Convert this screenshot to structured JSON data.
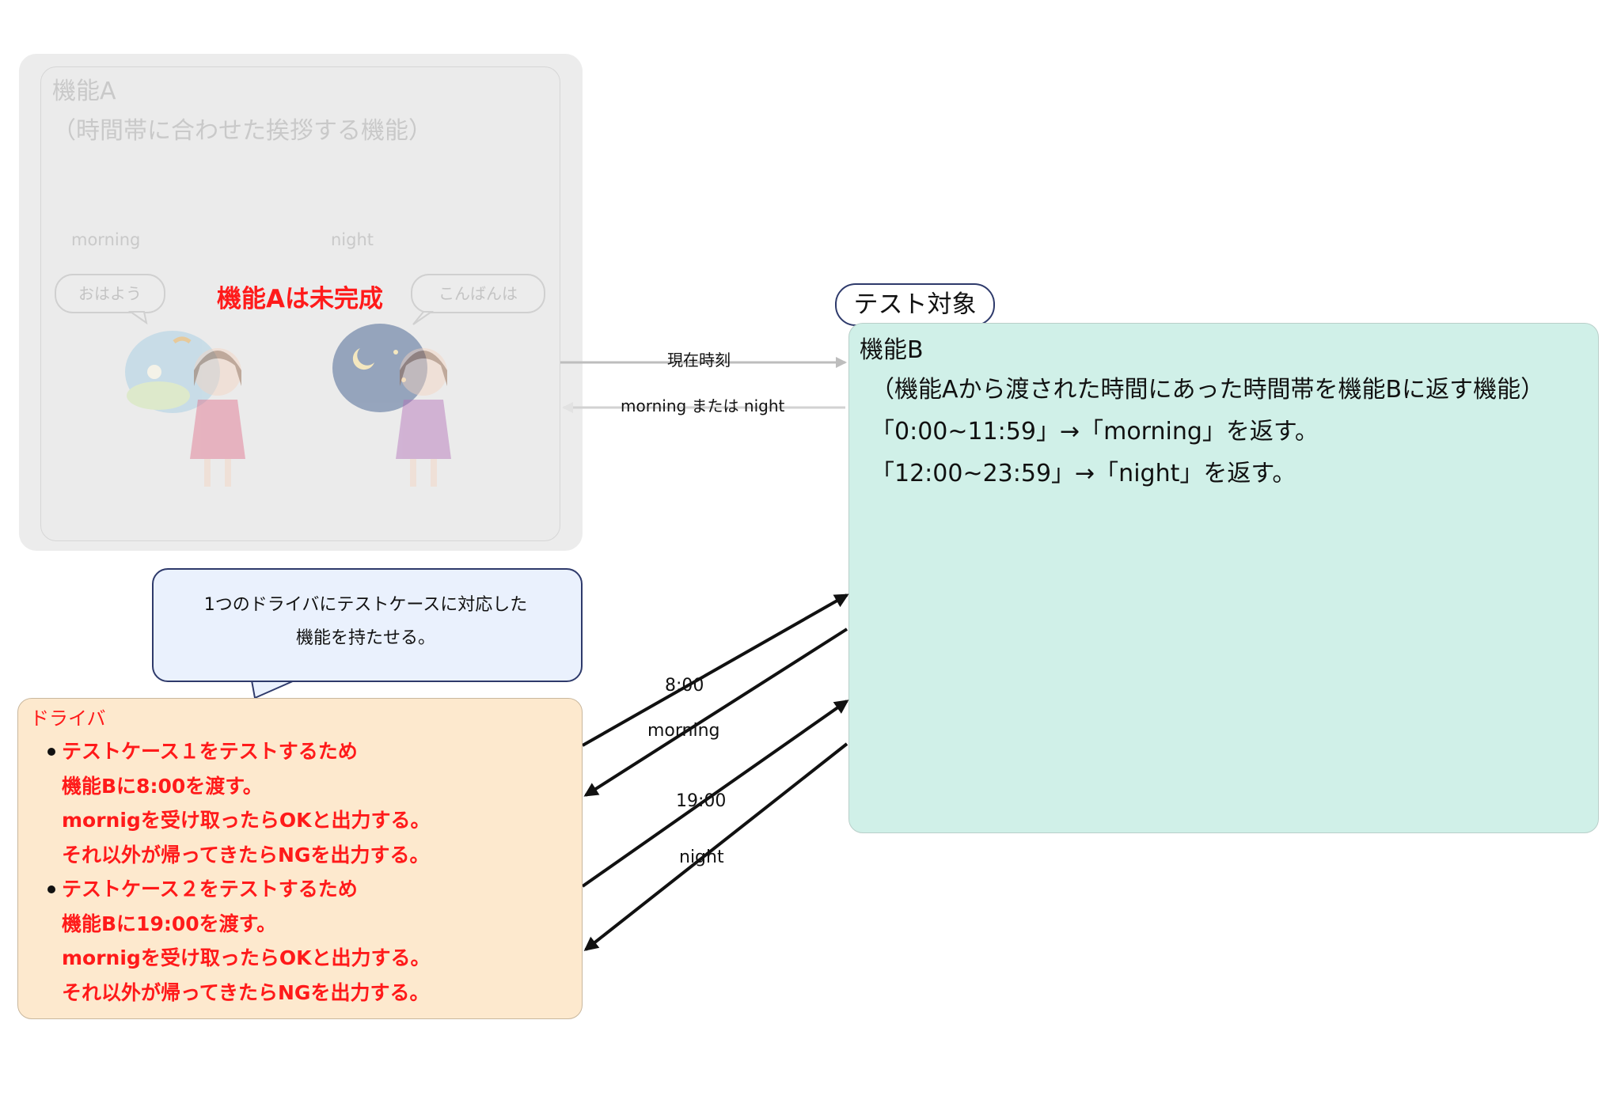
{
  "feature_a": {
    "title": "機能A",
    "description": "（時間帯に合わせた挨拶する機能）",
    "morning_label": "morning",
    "night_label": "night",
    "greeting_morning": "おはよう",
    "greeting_night": "こんばんは",
    "status": "機能Aは未完成"
  },
  "target_tag": "テスト対象",
  "feature_b": {
    "title": "機能B",
    "lines": [
      "（機能Aから渡された時間にあった時間帯を機能Bに返す機能）",
      "「0:00~11:59」→「morning」を返す。",
      "「12:00~23:59」→「night」を返す。"
    ]
  },
  "arrows": {
    "current_time": "現在時刻",
    "morning_or_night": "morning または night",
    "t_8": "8:00",
    "r_morning": "morning",
    "t_19": "19:00",
    "r_night": "night"
  },
  "callout": {
    "line1": "1つのドライバにテストケースに対応した",
    "line2": "機能を持たせる。"
  },
  "driver": {
    "title": "ドライバ",
    "cases": [
      {
        "heading": "テストケース１をテストするため",
        "lines": [
          "機能Bに8:00を渡す。",
          "mornigを受け取ったらOKと出力する。",
          "それ以外が帰ってきたらNGを出力する。"
        ]
      },
      {
        "heading": "テストケース２をテストするため",
        "lines": [
          "機能Bに19:00を渡す。",
          "mornigを受け取ったらOKと出力する。",
          "それ以外が帰ってきたらNGを出力する。"
        ]
      }
    ]
  },
  "colors": {
    "feature_b_bg": "#d0f0e8",
    "driver_bg": "#fde9ce",
    "callout_bg": "#eaf1fd",
    "alert_red": "#ff1a1a"
  }
}
